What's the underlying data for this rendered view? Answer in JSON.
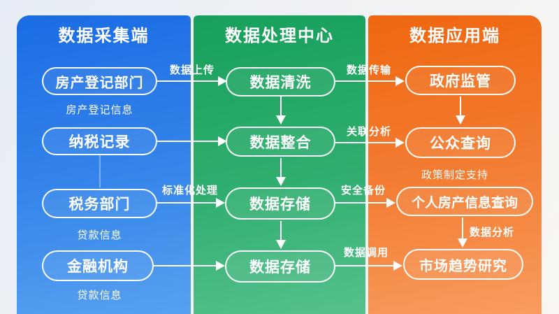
{
  "diagram": {
    "columns": [
      {
        "title": "数据采集端",
        "color": "#2a76e8",
        "nodes": [
          {
            "label": "房产登记部门",
            "sublabel": "房产登记信息"
          },
          {
            "label": "纳税记录"
          },
          {
            "label": "税务部门",
            "sublabel": "贷款信息"
          },
          {
            "label": "金融机构",
            "sublabel": "贷款信息"
          }
        ]
      },
      {
        "title": "数据处理中心",
        "color": "#23a766",
        "nodes": [
          {
            "label": "数据清洗"
          },
          {
            "label": "数据整合"
          },
          {
            "label": "数据存储"
          },
          {
            "label": "数据存储"
          }
        ]
      },
      {
        "title": "数据应用端",
        "color": "#f3731f",
        "nodes": [
          {
            "label": "政府监管"
          },
          {
            "label": "公众查询",
            "sublabel": "政策制定支持"
          },
          {
            "label": "个人房产信息查询"
          },
          {
            "label": "市场趋势研究"
          }
        ]
      }
    ],
    "edge_labels": {
      "upload": "数据上传",
      "transmission": "数据传输",
      "correlation": "关联分析",
      "standardization": "标准化处理",
      "backup": "安全备份",
      "invocation": "数据调用",
      "analysis": "数据分析"
    }
  }
}
